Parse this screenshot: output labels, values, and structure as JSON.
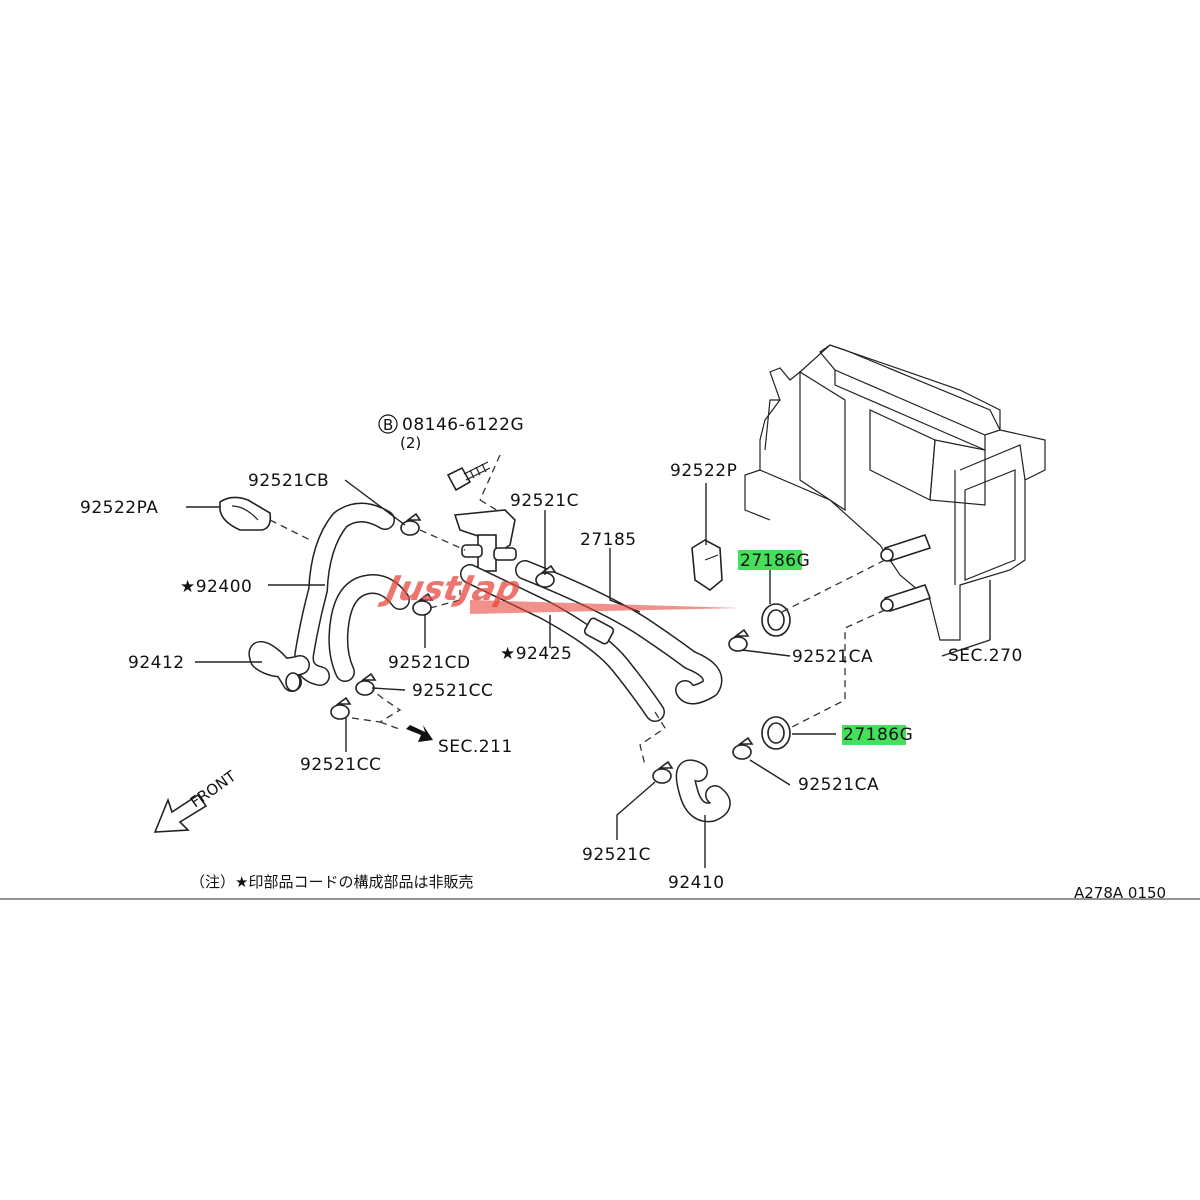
{
  "labels": {
    "bolt_circle": "B",
    "bolt_part": "08146-6122G",
    "bolt_qty": "(2)",
    "p92522PA": "92522PA",
    "p92521CB": "92521CB",
    "p92521C_top": "92521C",
    "p27185": "27185",
    "p92522P": "92522P",
    "p27186G_top": "27186G",
    "p92400": "★92400",
    "p92412": "92412",
    "p92521CD": "92521CD",
    "p92425": "★92425",
    "p92521CA_top": "92521CA",
    "sec270": "SEC.270",
    "p92521CC_a": "92521CC",
    "p92521CC_b": "92521CC",
    "sec211": "SEC.211",
    "p27186G_bottom": "27186G",
    "p92521CA_bottom": "92521CA",
    "front": "FRONT",
    "p92521C_bottom": "92521C",
    "p92410": "92410",
    "note": "（注）★印部品コードの構成部品は非販売",
    "diagram_code": "A278A 0150"
  },
  "watermark": "JustJap",
  "colors": {
    "highlight": "#44e05c",
    "watermark": "#e8483e",
    "line": "#222222"
  }
}
